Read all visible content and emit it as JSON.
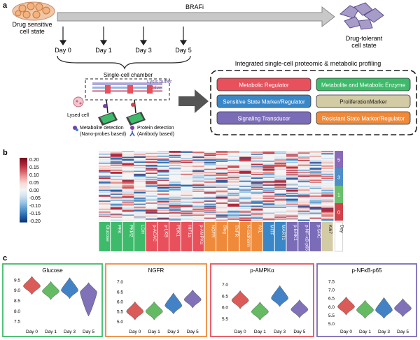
{
  "panel_a": {
    "label": "a",
    "treatment": "BRAFi",
    "start_state": [
      "Drug sensitive",
      "cell state"
    ],
    "end_state": [
      "Drug-tolerant",
      "cell state"
    ],
    "days": [
      "Day 0",
      "Day 1",
      "Day 3",
      "Day 5"
    ],
    "chamber_title": "Single-cell chamber",
    "lysis_label": "Lysis buffer",
    "valve_label": "Valve",
    "lysed_label": "Lysed cell",
    "metabolite_label": [
      "Metabolite detection",
      "(Nano-probes based)"
    ],
    "protein_label": [
      "Protein detection",
      "(Antibody based)"
    ],
    "profiling_title": "Integrated single-cell proteomic & metabolic profiling",
    "categories": [
      {
        "label": "Metabolic Regulator",
        "color": "#e8505b"
      },
      {
        "label": "Metabolite and Metabolic Enzyme",
        "color": "#3dbb6a"
      },
      {
        "label": "Sensitive State Marker/Regulator",
        "color": "#3a87c8"
      },
      {
        "label": "ProliferationMarker",
        "color": "#d3cba4"
      },
      {
        "label": "Signaling Transducer",
        "color": "#7b6cb7"
      },
      {
        "label": "Resistant State Marker/Regulator",
        "color": "#ef8a3a"
      }
    ]
  },
  "panel_b": {
    "label": "b",
    "colorbar_ticks": [
      "0.20",
      "0.15",
      "0.10",
      "0.05",
      "0.00",
      "-0.05",
      "-0.10",
      "-0.15",
      "-0.20"
    ],
    "columns": [
      {
        "label": "Glucose",
        "color": "#3dbb6a"
      },
      {
        "label": "PFK",
        "color": "#3dbb6a"
      },
      {
        "label": "PKM2",
        "color": "#3dbb6a"
      },
      {
        "label": "LDH",
        "color": "#3dbb6a"
      },
      {
        "label": "p-ACAC",
        "color": "#e8505b"
      },
      {
        "label": "p-LKB",
        "color": "#e8505b"
      },
      {
        "label": "PDK1",
        "color": "#e8505b"
      },
      {
        "label": "HIF1α",
        "color": "#e8505b"
      },
      {
        "label": "p-AMPKα",
        "color": "#e8505b"
      },
      {
        "label": "NGFR",
        "color": "#ef8a3a"
      },
      {
        "label": "Slug",
        "color": "#ef8a3a"
      },
      {
        "label": "TNFR",
        "color": "#ef8a3a"
      },
      {
        "label": "N-cadherin",
        "color": "#ef8a3a"
      },
      {
        "label": "AXL",
        "color": "#ef8a3a"
      },
      {
        "label": "MITF",
        "color": "#3a87c8"
      },
      {
        "label": "MART1",
        "color": "#3a87c8"
      },
      {
        "label": "p-ERK1",
        "color": "#7b6cb7"
      },
      {
        "label": "p-NF-κB-p65",
        "color": "#7b6cb7"
      },
      {
        "label": "p-SRC",
        "color": "#7b6cb7"
      },
      {
        "label": "Ki67",
        "color": "#d3cba4"
      },
      {
        "label": "Day",
        "color": "#ffffff"
      }
    ],
    "day_strip": [
      {
        "label": "5",
        "color": "#8a6bb8"
      },
      {
        "label": "3",
        "color": "#4f8ec8"
      },
      {
        "label": "1",
        "color": "#6bbf6e"
      },
      {
        "label": "0",
        "color": "#d1434b"
      }
    ]
  },
  "panel_c": {
    "label": "c",
    "chart_data": [
      {
        "type": "violin",
        "title": "Glucose",
        "frame_color": "#3dbb6a",
        "categories": [
          "Day 0",
          "Day 1",
          "Day 3",
          "Day 5"
        ],
        "yticks": [
          "9.5",
          "9.0",
          "8.5",
          "8.0",
          "7.5"
        ],
        "ylim": [
          7.3,
          9.6
        ],
        "centers": [
          9.2,
          8.95,
          9.0,
          8.9
        ],
        "colors": [
          "#d9534f",
          "#5cb85c",
          "#3b7cc4",
          "#7a6ab5"
        ]
      },
      {
        "type": "violin",
        "title": "NGFR",
        "frame_color": "#ef8a3a",
        "categories": [
          "Day 0",
          "Day 1",
          "Day 3",
          "Day 5"
        ],
        "yticks": [
          "7.0",
          "6.5",
          "6.0",
          "5.5",
          "5.0"
        ],
        "ylim": [
          4.8,
          7.2
        ],
        "centers": [
          5.5,
          5.5,
          5.8,
          6.1
        ],
        "colors": [
          "#d9534f",
          "#5cb85c",
          "#3b7cc4",
          "#7a6ab5"
        ]
      },
      {
        "type": "violin",
        "title": "p-AMPKα",
        "frame_color": "#e8505b",
        "categories": [
          "Day 0",
          "Day 1",
          "Day 3",
          "Day 5"
        ],
        "yticks": [
          "7.0",
          "6.5",
          "6.0",
          "5.5"
        ],
        "ylim": [
          5.2,
          7.3
        ],
        "centers": [
          6.3,
          5.8,
          6.4,
          5.9
        ],
        "colors": [
          "#d9534f",
          "#5cb85c",
          "#3b7cc4",
          "#7a6ab5"
        ]
      },
      {
        "type": "violin",
        "title": "p-NFκB-p65",
        "frame_color": "#7b6cb7",
        "categories": [
          "Day 0",
          "Day 1",
          "Day 3",
          "Day 5"
        ],
        "yticks": [
          "7.5",
          "7.0",
          "6.5",
          "6.0",
          "5.5",
          "5.0"
        ],
        "ylim": [
          4.9,
          7.7
        ],
        "centers": [
          6.0,
          5.8,
          5.8,
          5.9
        ],
        "colors": [
          "#d9534f",
          "#5cb85c",
          "#3b7cc4",
          "#7a6ab5"
        ]
      }
    ]
  }
}
